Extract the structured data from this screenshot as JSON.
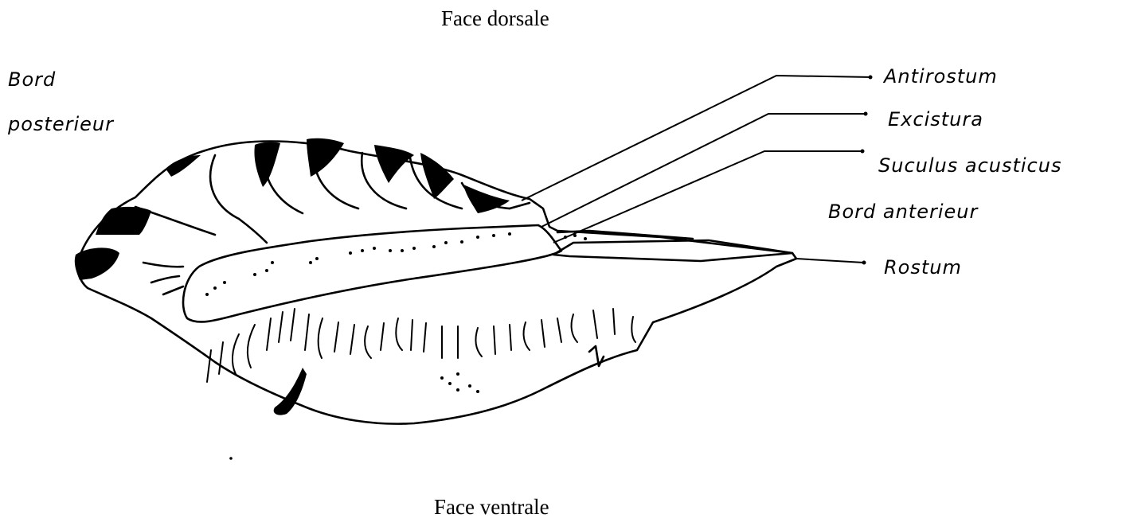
{
  "diagram": {
    "top_caption": "Face dorsale",
    "bottom_caption": "Face ventrale",
    "labels": {
      "bord_posterieur_line1": "Bord",
      "bord_posterieur_line2": "posterieur",
      "antirostrum": "Antirostum",
      "excisura": "Excistura",
      "sulcus": "Suculus acusticus",
      "bord_anterieur": "Bord anterieur",
      "rostrum": "Rostum"
    }
  }
}
